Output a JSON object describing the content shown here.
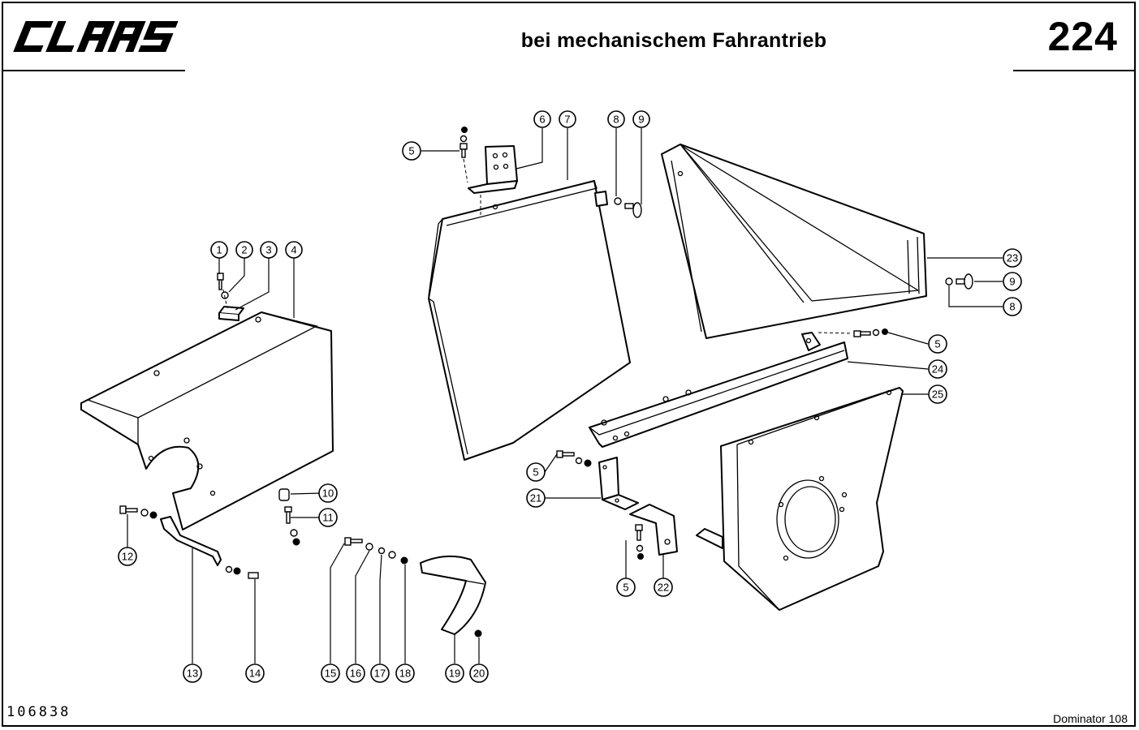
{
  "header": {
    "brand": "CLAAS",
    "title": "bei mechanischem Fahrantrieb",
    "page_number": "224"
  },
  "footer": {
    "drawing_number": "106838",
    "model": "Dominator 108"
  },
  "callouts": [
    "1",
    "2",
    "3",
    "4",
    "5",
    "6",
    "7",
    "8",
    "9",
    "10",
    "11",
    "12",
    "13",
    "14",
    "15",
    "16",
    "17",
    "18",
    "19",
    "20",
    "21",
    "22",
    "23",
    "24",
    "25"
  ]
}
